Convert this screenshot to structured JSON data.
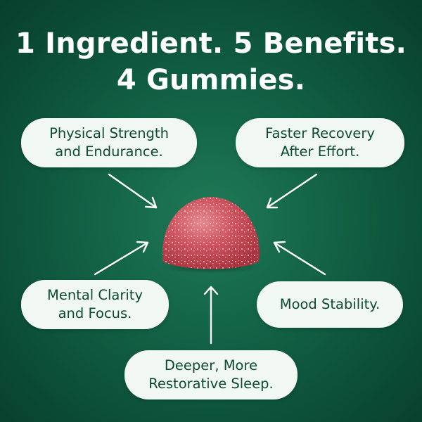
{
  "headline": {
    "line1": "1 Ingredient. 5 Benefits.",
    "line2": "4 Gummies."
  },
  "benefits": [
    {
      "line1": "Physical Strength",
      "line2": "and Endurance."
    },
    {
      "line1": "Faster Recovery",
      "line2": "After Effort."
    },
    {
      "line1": "Mental Clarity",
      "line2": "and Focus."
    },
    {
      "line1": "Mood Stability.",
      "line2": ""
    },
    {
      "line1": "Deeper, More",
      "line2": "Restorative Sleep."
    }
  ],
  "colors": {
    "background": "#0e5a40",
    "pill": "#f1f7f3",
    "pill_text": "#0c4a35",
    "gummy": "#c94a55"
  },
  "image": {
    "subject": "gummy"
  }
}
